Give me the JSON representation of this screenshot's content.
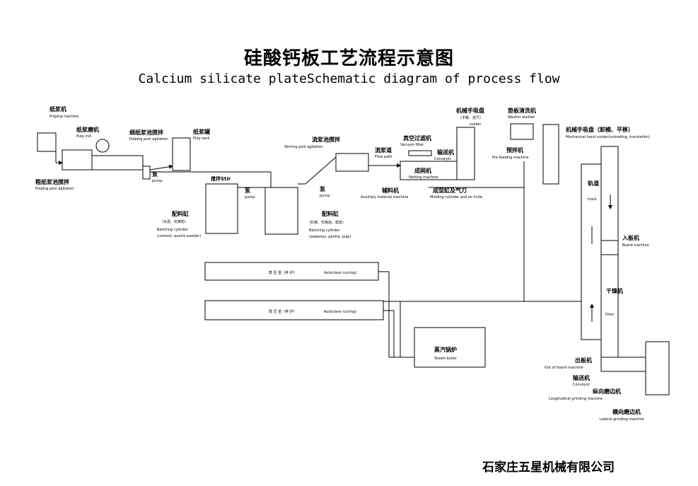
{
  "title_cn": "硅酸钙板工艺流程示意图",
  "title_en": "Calcium silicate plateSchematic diagram of process flow",
  "company": "石家庄五星机械有限公司",
  "labels": {
    "pulping_cn": "纸浆机",
    "pulping_en": "Pulping machine",
    "pulp_mill_cn": "纸浆磨机",
    "pulp_mill_en": "Pulp mill",
    "fine_pool_cn": "细纸浆池搅拌",
    "fine_pool_en": "Pulping pool agitation",
    "pulp_tank_cn": "纸浆罐",
    "pulp_tank_en": "Pulp tank",
    "coarse_pool_cn": "粗纸浆池搅拌",
    "coarse_pool_en": "Pulping pool agitation",
    "pump_cn": "泵",
    "pump_en": "pump",
    "stir": "搅拌Stir",
    "batch1_cn": "配料缸",
    "batch1_mat_cn": "（水泥、石英粉）",
    "batch1_en": "Batching cylinder",
    "batch1_mat_en": "(cement, quartz powder)",
    "batch2_cn": "配料缸",
    "batch2_mat_cn": "（石棉、珍珠岩、纸浆）",
    "batch2_en": "Batching cylinder",
    "batch2_mat_en": "(asbestos, perlite, pulp)",
    "stirring_pool_cn": "流浆池搅拌",
    "stirring_pool_en": "Stirring pool agitation",
    "flow_path_cn": "流浆道",
    "flow_path_en": "Flow path",
    "vacuum_cn": "真空过滤机",
    "vacuum_en": "Vacuum filter",
    "conveyor_cn": "输送机",
    "conveyor_en": "Conveyor",
    "netting_cn": "成网机",
    "netting_en": "Netting machine",
    "aux_cn": "辅料机",
    "aux_en": "Auxiliary material machine",
    "molding_cn": "成型缸及气刀",
    "molding_en": "Molding cylinder and air knife",
    "sucker1_cn": "机械手吸盘",
    "sucker1_sub_cn": "（平移、定尺）",
    "sucker1_en": "sucker",
    "washer_cn": "垫板清洗机",
    "washer_en": "Washer washer",
    "prefeed_cn": "预拌机",
    "prefeed_en": "Pre feeding machine",
    "sucker2_cn": "机械手吸盘（卸模、平移）",
    "sucker2_en": "Mechanical hand sucker(unloading, translation)",
    "track_cn": "轨道",
    "track_en": "track",
    "board_in_cn": "入板机",
    "board_in_en": "Board machine",
    "drier_cn": "干燥机",
    "drier_en": "Drier",
    "autoclave_cn": "蒸 压 釜（养 护）",
    "autoclave_en": "Autoclave (curing)",
    "boiler_cn": "蒸汽锅炉",
    "boiler_en": "Steam boiler",
    "out_board_cn": "出板机",
    "out_board_en": "Out of board machine",
    "conveyor2_cn": "输送机",
    "conveyor2_en": "Conveyor",
    "long_grind_cn": "纵向磨边机",
    "long_grind_en": "Longitudinal grinding machine",
    "lat_grind_cn": "横向磨边机",
    "lat_grind_en": "Lateral grinding machine"
  }
}
